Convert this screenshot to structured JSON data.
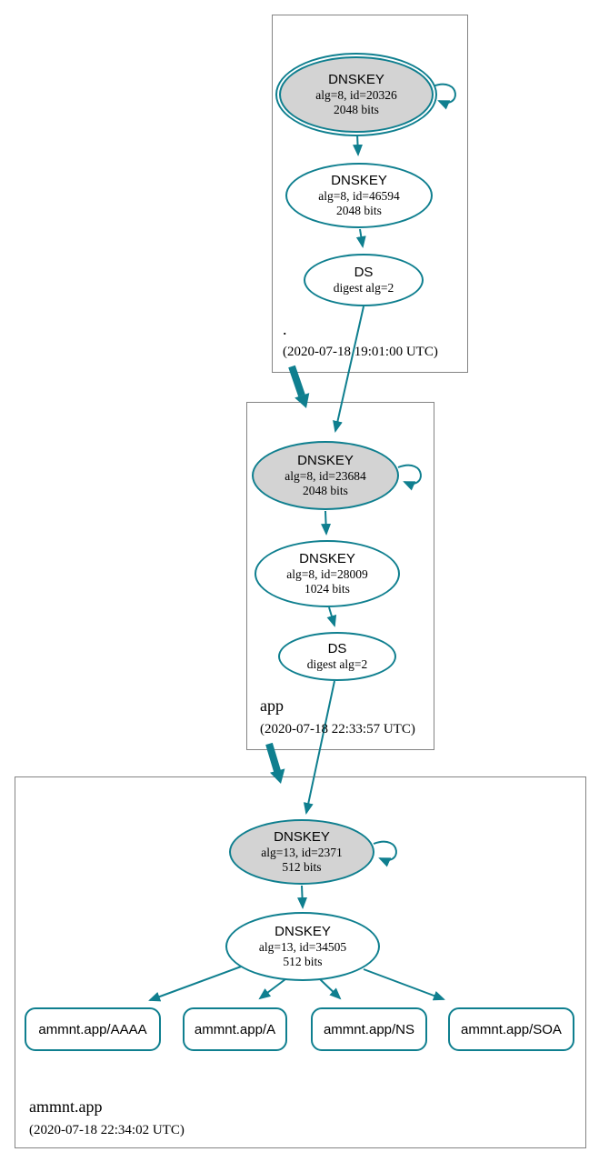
{
  "colors": {
    "edge": "#0f7f8f",
    "ksk_fill": "#d3d3d3",
    "box_border": "#848484"
  },
  "zones": [
    {
      "name": ".",
      "timestamp": "(2020-07-18 19:01:00 UTC)",
      "ksk": {
        "title": "DNSKEY",
        "detail1": "alg=8, id=20326",
        "detail2": "2048 bits"
      },
      "zsk": {
        "title": "DNSKEY",
        "detail1": "alg=8, id=46594",
        "detail2": "2048 bits"
      },
      "ds": {
        "title": "DS",
        "detail1": "digest alg=2"
      }
    },
    {
      "name": "app",
      "timestamp": "(2020-07-18 22:33:57 UTC)",
      "ksk": {
        "title": "DNSKEY",
        "detail1": "alg=8, id=23684",
        "detail2": "2048 bits"
      },
      "zsk": {
        "title": "DNSKEY",
        "detail1": "alg=8, id=28009",
        "detail2": "1024 bits"
      },
      "ds": {
        "title": "DS",
        "detail1": "digest alg=2"
      }
    },
    {
      "name": "ammnt.app",
      "timestamp": "(2020-07-18 22:34:02 UTC)",
      "ksk": {
        "title": "DNSKEY",
        "detail1": "alg=13, id=2371",
        "detail2": "512 bits"
      },
      "zsk": {
        "title": "DNSKEY",
        "detail1": "alg=13, id=34505",
        "detail2": "512 bits"
      },
      "rrsets": [
        {
          "label": "ammnt.app/AAAA"
        },
        {
          "label": "ammnt.app/A"
        },
        {
          "label": "ammnt.app/NS"
        },
        {
          "label": "ammnt.app/SOA"
        }
      ]
    }
  ]
}
